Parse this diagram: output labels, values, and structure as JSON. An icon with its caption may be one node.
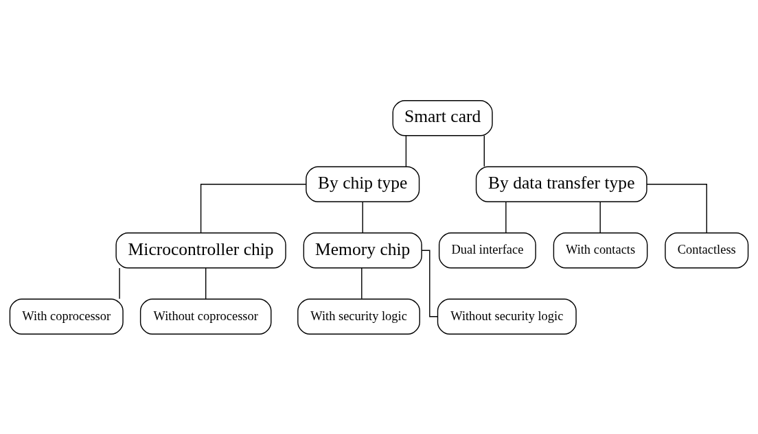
{
  "diagram": {
    "nodes": [
      {
        "text": [
          "Smart card"
        ]
      },
      {
        "text": [
          "By chip type"
        ]
      },
      {
        "text": [
          "By data transfer type"
        ]
      },
      {
        "text": [
          "Microcontroller chip"
        ]
      },
      {
        "text": [
          "Memory chip"
        ]
      },
      {
        "text": [
          "Dual interface"
        ]
      },
      {
        "text": [
          "With contacts"
        ]
      },
      {
        "text": [
          "Contactless"
        ]
      },
      {
        "text": [
          "With coprocessor"
        ]
      },
      {
        "text": [
          "Without coprocessor"
        ]
      },
      {
        "text": [
          "With security logic"
        ]
      },
      {
        "text": [
          "Without security logic"
        ]
      }
    ],
    "edges": [
      {
        "from": 0,
        "to": 1,
        "arrow": "none"
      },
      {
        "from": 0,
        "to": 2,
        "arrow": "none"
      },
      {
        "from": 1,
        "to": 3,
        "arrow": "none"
      },
      {
        "from": 1,
        "to": 4,
        "arrow": "none"
      },
      {
        "from": 2,
        "to": 5,
        "arrow": "none"
      },
      {
        "from": 2,
        "to": 6,
        "arrow": "none"
      },
      {
        "from": 2,
        "to": 7,
        "arrow": "none"
      },
      {
        "from": 3,
        "to": 8,
        "arrow": "none"
      },
      {
        "from": 3,
        "to": 9,
        "arrow": "none"
      },
      {
        "from": 4,
        "to": 10,
        "arrow": "none"
      },
      {
        "from": 4,
        "to": 11,
        "arrow": "none"
      }
    ]
  }
}
